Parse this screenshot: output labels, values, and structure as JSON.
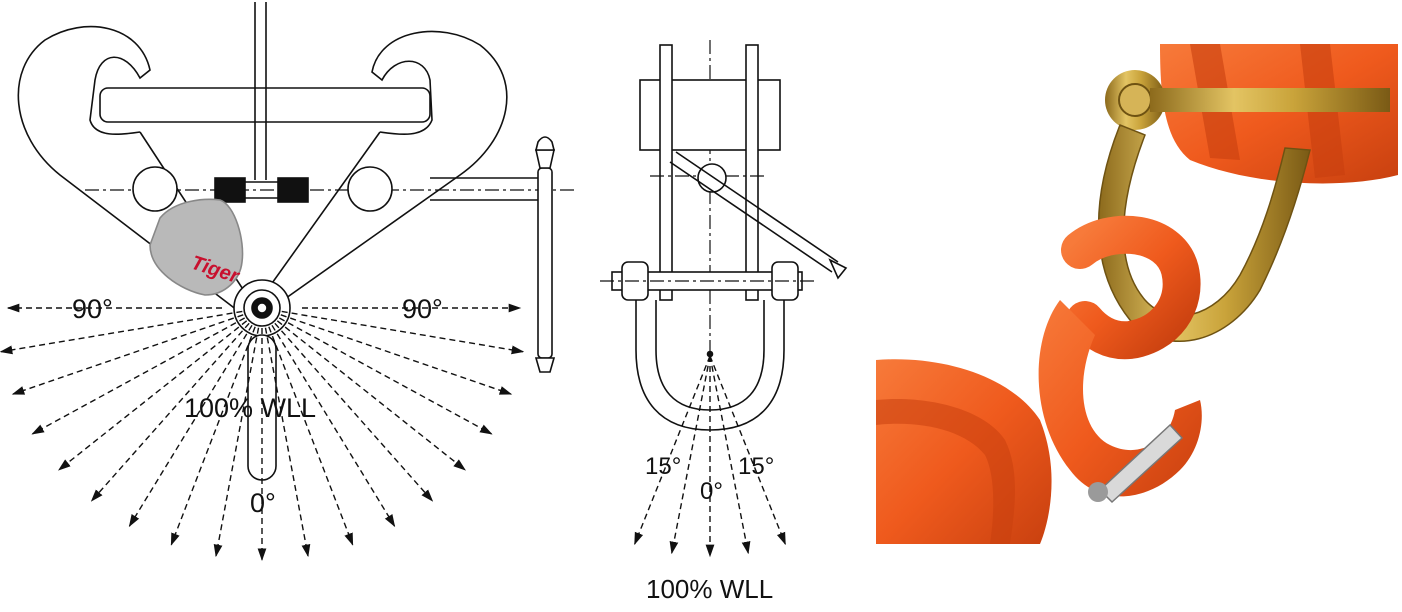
{
  "left_diagram": {
    "brand_logo": "Tiger",
    "label_left_angle": "90°",
    "label_right_angle": "90°",
    "label_load": "100% WLL",
    "label_zero": "0°"
  },
  "middle_diagram": {
    "label_left_angle": "15°",
    "label_right_angle": "15°",
    "label_zero": "0°",
    "label_load": "100% WLL"
  },
  "photo": {
    "subject": "shackle-and-hook-photo",
    "colors": {
      "body": "#ef5a1d",
      "shackle": "#c9a33a",
      "background": "#ffffff"
    }
  },
  "colors": {
    "line": "#111111",
    "logo_plate": "#b9b9b9",
    "logo_text": "#c8102e"
  }
}
